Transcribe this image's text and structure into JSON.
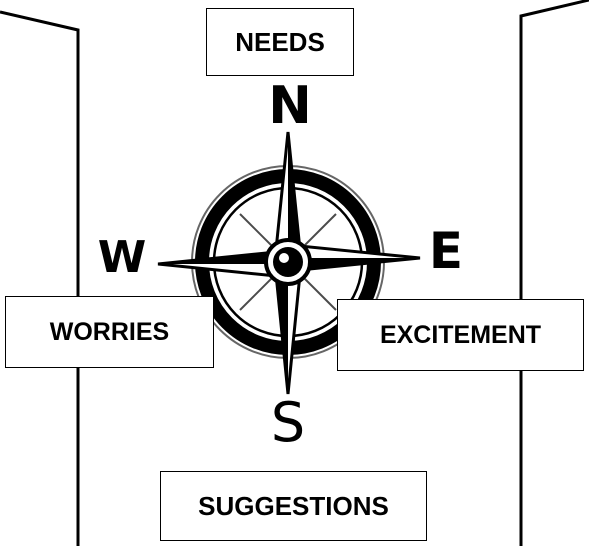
{
  "compass": {
    "north": "N",
    "south": "S",
    "east": "E",
    "west": "W"
  },
  "labels": {
    "needs": "NEEDS",
    "worries": "WORRIES",
    "excitement": "EXCITEMENT",
    "suggestions": "SUGGESTIONS"
  },
  "colors": {
    "ink": "#000000",
    "paper": "#ffffff"
  }
}
